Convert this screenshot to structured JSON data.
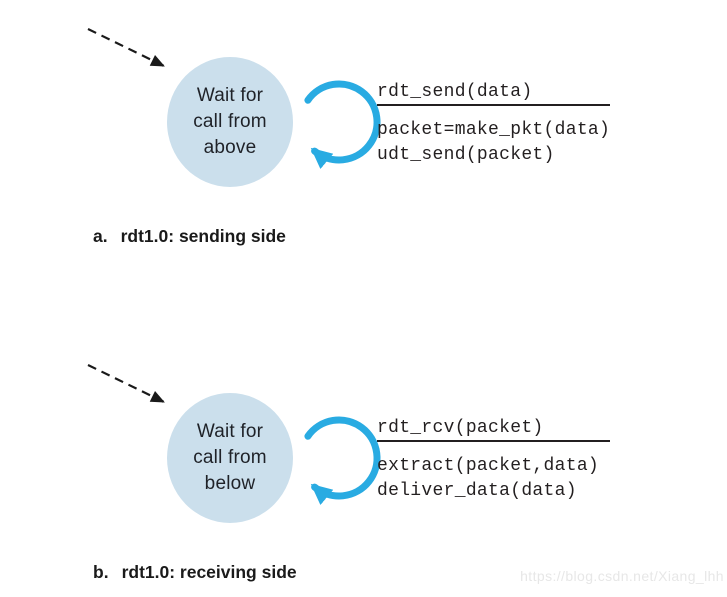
{
  "page": {
    "watermark_text": "https://blog.csdn.net/Xiang_lhh"
  },
  "colors": {
    "state_fill": "#cbdfec",
    "loop_arrow_blue": "#29abe2",
    "ink": "#231f20",
    "watermark_gray": "#e7e7e7"
  },
  "diagrams": [
    {
      "id": "sending",
      "state": {
        "lines": [
          "Wait for",
          "call from",
          "above"
        ]
      },
      "transition": {
        "event": "rdt_send(data)",
        "actions": [
          "packet=make_pkt(data)",
          "udt_send(packet)"
        ]
      },
      "caption": {
        "label": "a.",
        "text": "rdt1.0: sending side"
      }
    },
    {
      "id": "receiving",
      "state": {
        "lines": [
          "Wait for",
          "call from",
          "below"
        ]
      },
      "transition": {
        "event": "rdt_rcv(packet)",
        "actions": [
          "extract(packet,data)",
          "deliver_data(data)"
        ]
      },
      "caption": {
        "label": "b.",
        "text": "rdt1.0: receiving side"
      }
    }
  ]
}
